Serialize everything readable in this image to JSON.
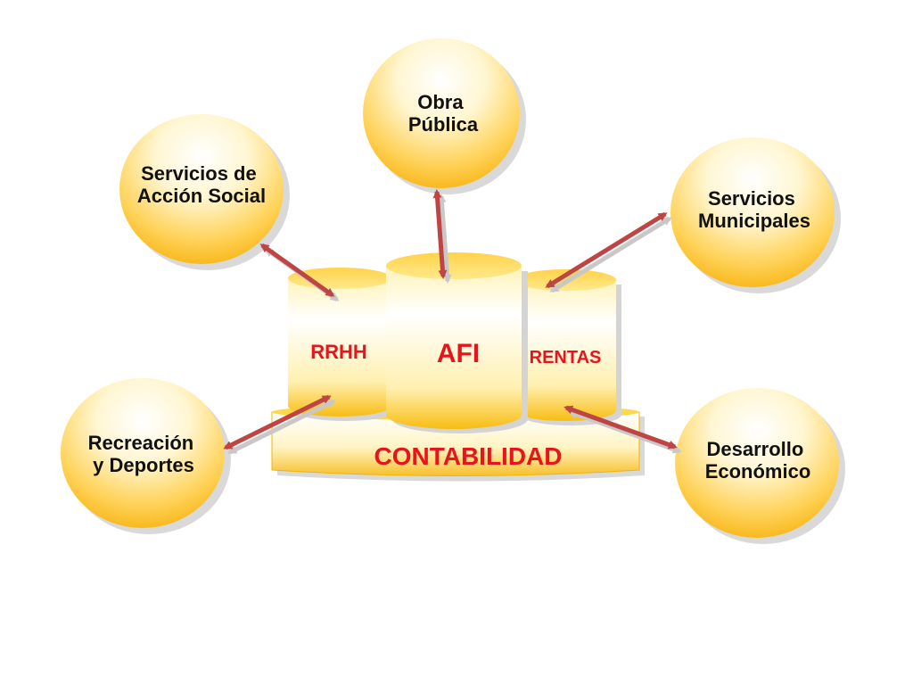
{
  "nodes": {
    "obra_publica": [
      "Obra",
      "Pública"
    ],
    "accion_social": [
      "Servicios de",
      "Acción Social"
    ],
    "servicios_municipales": [
      "Servicios",
      "Municipales"
    ],
    "recreacion": [
      "Recreación",
      "y Deportes"
    ],
    "desarrollo": [
      "Desarrollo",
      "Económico"
    ]
  },
  "databases": {
    "rrhh": "RRHH",
    "afi": "AFI",
    "rentas": "RENTAS",
    "contabilidad": "CONTABILIDAD"
  },
  "colors": {
    "gold": "#f6b400",
    "cream": "#fffbe8",
    "arrow": "#bf4545",
    "label_red": "#e8141b"
  }
}
